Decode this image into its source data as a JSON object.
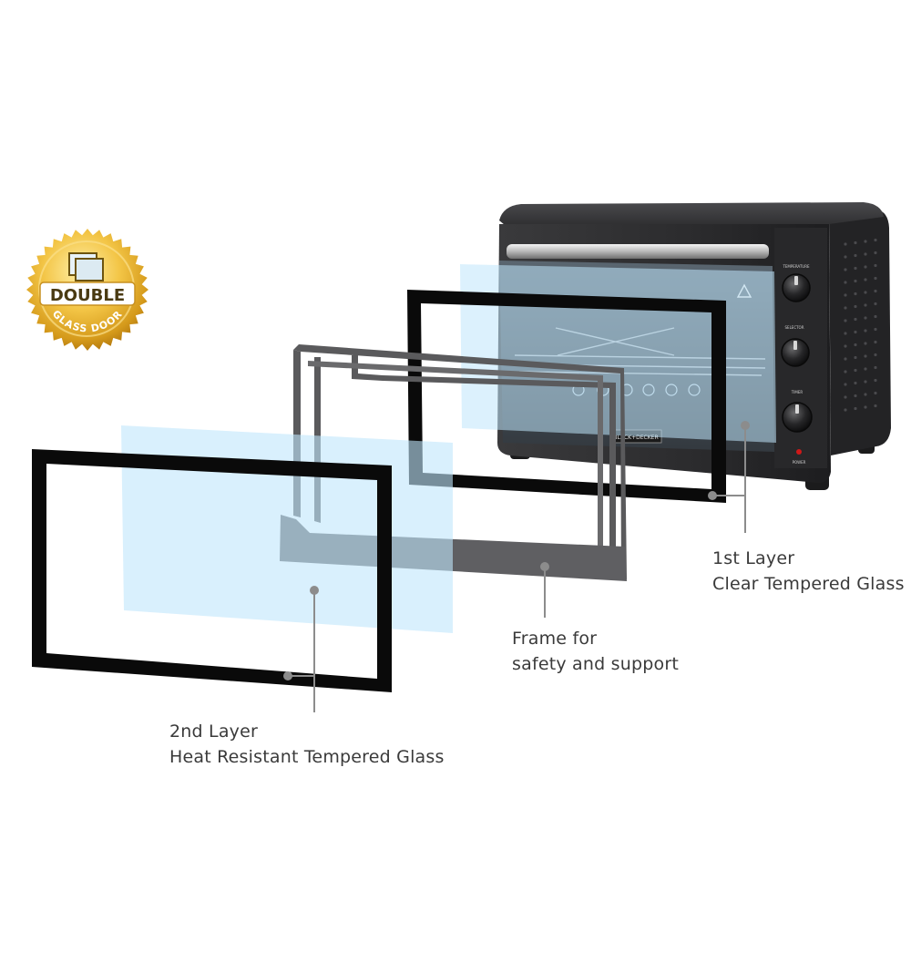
{
  "badge": {
    "line1": "DOUBLE",
    "line2": "GLASS DOOR",
    "icon": "double-glass-icon",
    "color_gold": "#d9a21f",
    "color_ribbon": "#ffffff"
  },
  "oven": {
    "brand": "BLACK+DECKER",
    "knob_labels": [
      "TEMPERATURE",
      "SELECTOR",
      "TIMER"
    ],
    "power_label": "POWER",
    "body_color": "#2b2b2d"
  },
  "callouts": {
    "layer1": {
      "title": "1st Layer",
      "desc": "Clear Tempered Glass"
    },
    "frame": {
      "title": "Frame for",
      "desc": "safety and support"
    },
    "layer2": {
      "title": "2nd Layer",
      "desc": "Heat Resistant Tempered Glass"
    }
  },
  "colors": {
    "glass_tint": "#bfe6fb",
    "frame_black": "#0a0a0a",
    "support_gray": "#555558",
    "leader_gray": "#8c8c8c"
  }
}
